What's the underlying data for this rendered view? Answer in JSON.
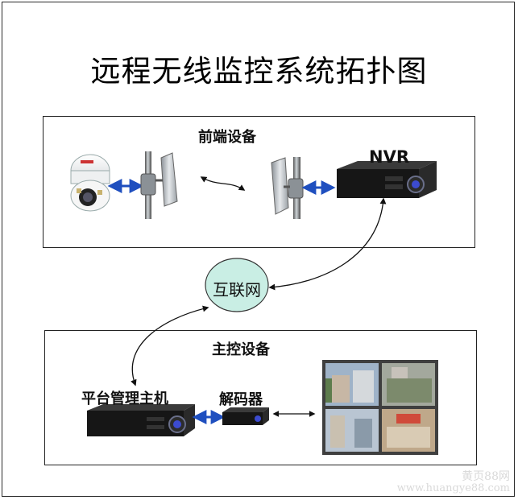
{
  "title": "远程无线监控系统拓扑图",
  "front_end": {
    "label": "前端设备",
    "nvr_label": "NVR"
  },
  "internet": {
    "label": "互联网"
  },
  "main_control": {
    "label": "主控设备",
    "host_label": "平台管理主机",
    "decoder_label": "解码器"
  },
  "watermark": {
    "line1": "黄页88网",
    "line2": "www.huangye88.com"
  },
  "colors": {
    "link_blue": "#1f4fbf",
    "internet_fill": "#c9eee4",
    "device_body": "#1c1c1c"
  }
}
